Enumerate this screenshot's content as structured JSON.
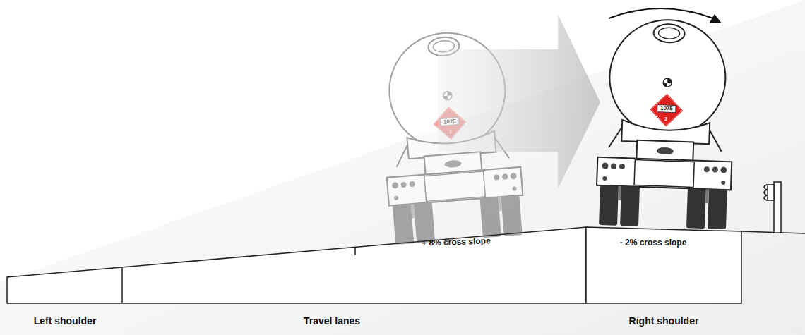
{
  "diagram": {
    "labels": [
      "1075",
      "2",
      "1075",
      "2",
      "+ 8% cross slope",
      "- 2% cross slope",
      "Left shoulder",
      "Travel lanes",
      "Right shoulder"
    ]
  }
}
